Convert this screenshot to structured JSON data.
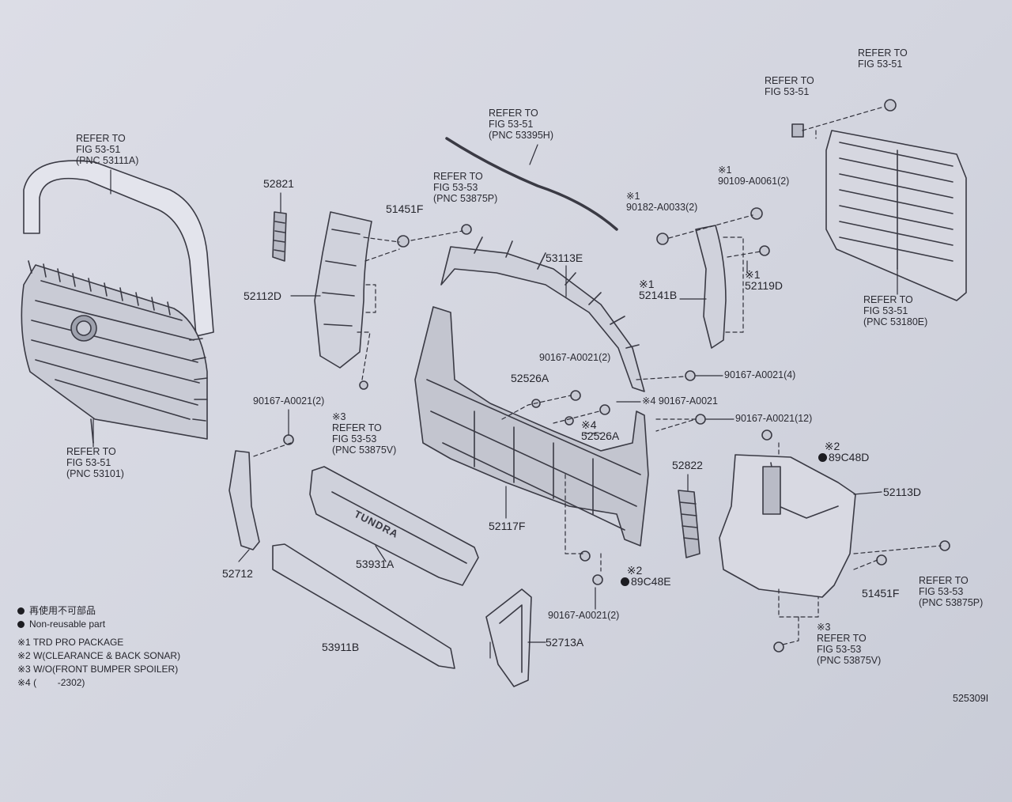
{
  "labels": {
    "ref_53111a": "REFER TO\nFIG 53-51\n(PNC 53111A)",
    "ref_53101": "REFER TO\nFIG 53-51\n(PNC 53101)",
    "ref_53395h": "REFER TO\nFIG 53-51\n(PNC 53395H)",
    "ref_53875p_top": "REFER TO\nFIG 53-53\n(PNC 53875P)",
    "ref_fig5351_a": "REFER TO\nFIG 53-51",
    "ref_fig5351_b": "REFER TO\nFIG 53-51",
    "ref_53180e": "REFER TO\nFIG 53-51\n(PNC 53180E)",
    "ref_53875v_left": "※3\nREFER TO\nFIG 53-53\n(PNC 53875V)",
    "ref_53875p_right": "REFER TO\nFIG 53-53\n(PNC 53875P)",
    "ref_53875v_right": "※3\nREFER TO\nFIG 53-53\n(PNC 53875V)",
    "p52821": "52821",
    "p51451f_top": "51451F",
    "p52112d": "52112D",
    "p53113e": "53113E",
    "p90182": "※1\n90182-A0033(2)",
    "p90109": "※1\n90109-A0061(2)",
    "p52141b": "※1\n52141B",
    "p52119d": "※1\n52119D",
    "p90167_4": "90167-A0021(4)",
    "p90167_2_mid": "90167-A0021(2)",
    "p52526a_a": "52526A",
    "p90167_s4": "※4 90167-A0021",
    "p90167_12": "90167-A0021(12)",
    "p52526a_b": "※4\n52526A",
    "p90167_2_left": "90167-A0021(2)",
    "p89c48d_mark": "※2",
    "p89c48d": "89C48D",
    "p52822": "52822",
    "p52113d": "52113D",
    "p52117f": "52117F",
    "p52712": "52712",
    "p53931a": "53931A",
    "p89c48e_mark": "※2",
    "p89c48e": "89C48E",
    "p51451f_right": "51451F",
    "p90167_2_bottom": "90167-A0021(2)",
    "p52713a": "52713A",
    "p53911b": "53911B",
    "tundra_text": "TUNDRA"
  },
  "legend": {
    "jp_nonreusable": "再使用不可部品",
    "en_nonreusable": "Non-reusable part",
    "note1": "※1 TRD PRO PACKAGE",
    "note2": "※2 W(CLEARANCE & BACK SONAR)",
    "note3": "※3 W/O(FRONT BUMPER SPOILER)",
    "note4": "※4 (        -2302)"
  },
  "figure_code": "525309I",
  "colors": {
    "paper": "#d6d8e1",
    "ink": "#2b2b33"
  }
}
